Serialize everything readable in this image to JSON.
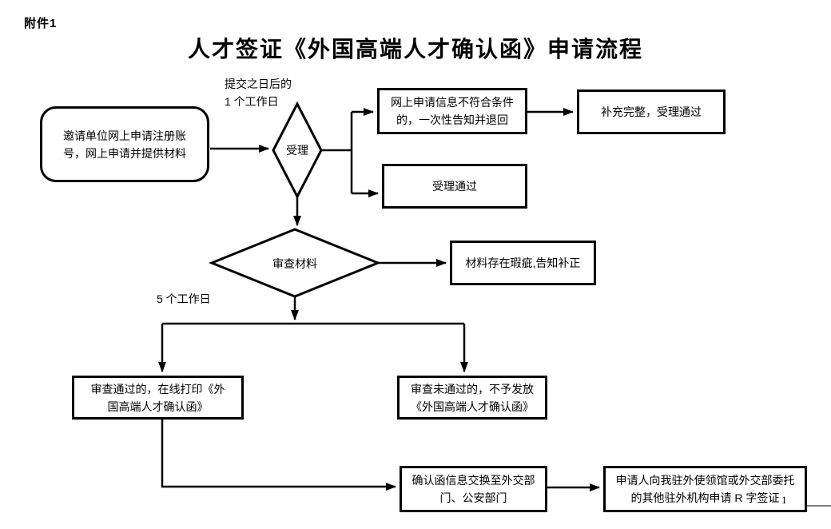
{
  "page": {
    "attachment_label": "附件1",
    "title": "人才签证《外国高端人才确认函》申请流程",
    "page_number": "1"
  },
  "annotations": {
    "submit_deadline": "提交之日后的 1 个工作日",
    "review_days": "5 个工作日"
  },
  "nodes": {
    "start": "邀请单位网上申请注册账号，网上申请并提供材料",
    "acceptance_decision": "受理",
    "reject_info": "网上申请信息不符合条件的，一次性告知并退回",
    "supplement_pass": "补充完整，受理通过",
    "acceptance_pass": "受理通过",
    "review_decision": "审查材料",
    "material_flaw": "材料存在瑕疵,告知补正",
    "review_pass_print": "审查通过的，在线打印《外国高端人才确认函》",
    "review_fail": "审查未通过的，不予发放《外国高端人才确认函》",
    "info_exchange": "确认函信息交换至外交部门、公安部门",
    "visa_application": "申请人向我驻外使领馆或外交部委托的其他驻外机构申请 R 字签证"
  },
  "style": {
    "line_color": "#000000",
    "background": "#ffffff"
  }
}
